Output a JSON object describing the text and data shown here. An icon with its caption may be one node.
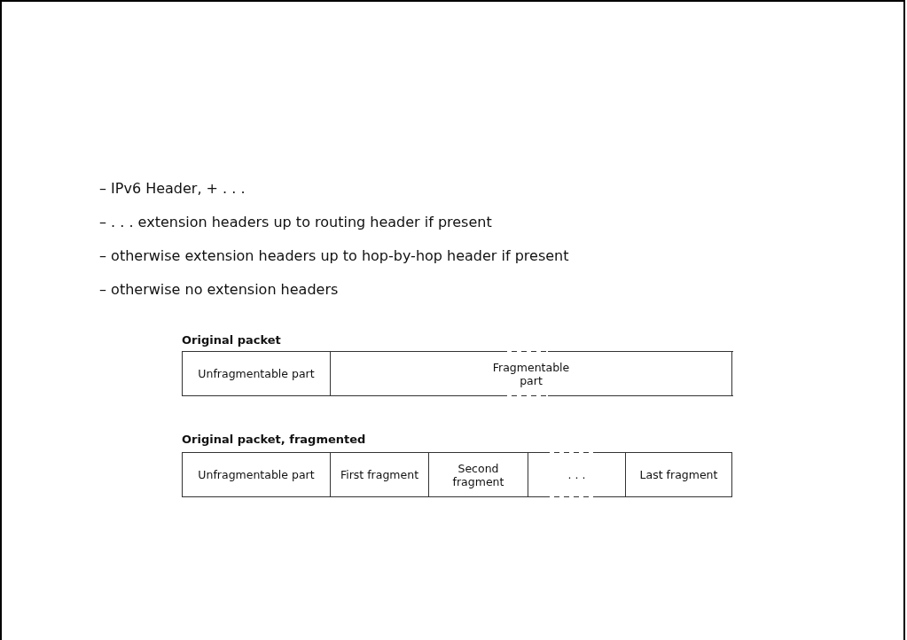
{
  "diagram": {
    "nodes": [
      {
        "text": [
          "Original packet"
        ]
      },
      {
        "text": [
          "Unfragmentable part"
        ],
        "in": 0
      },
      {
        "text": [
          "Fragmentable part"
        ],
        "in": 0
      },
      {
        "text": [
          "Original packet, fragmented"
        ]
      },
      {
        "text": [
          "Unfragmentable part"
        ],
        "in": 3
      },
      {
        "text": [
          "First fragment"
        ],
        "in": 3
      },
      {
        "text": [
          "Second fragment"
        ],
        "in": 3
      },
      {
        "text": [
          ". . ."
        ],
        "in": 3
      },
      {
        "text": [
          "Last fragment"
        ],
        "in": 3
      }
    ],
    "labels": [
      "– IPv6 Header, + . . .",
      "– . . . extension headers up to routing header if present",
      "– otherwise extension headers up to hop-by-hop header if present",
      "– otherwise no extension headers"
    ]
  }
}
